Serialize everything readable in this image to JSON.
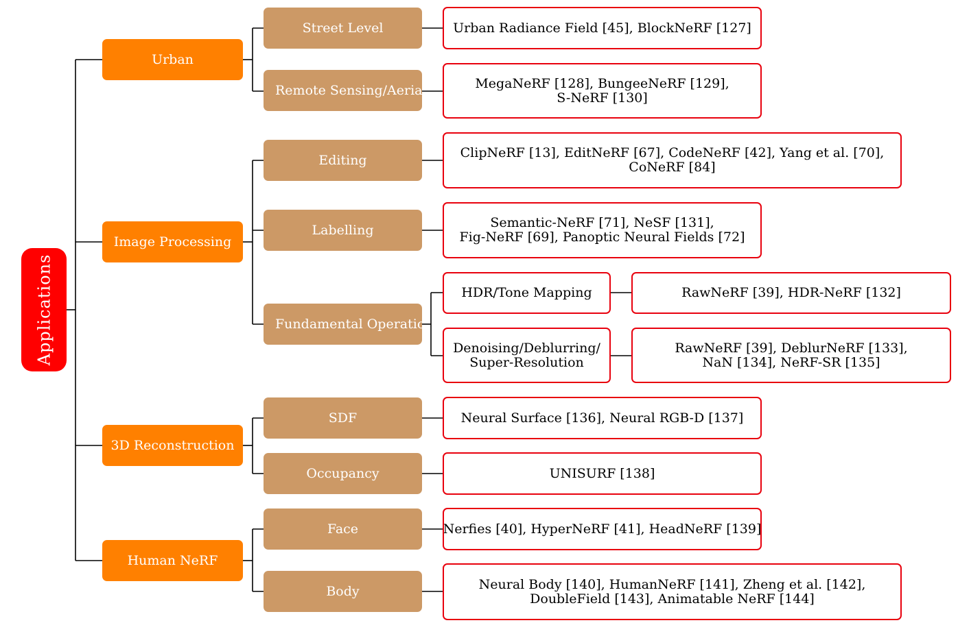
{
  "root": {
    "label": "Applications"
  },
  "categories": {
    "urban": {
      "label": "Urban",
      "street": {
        "label": "Street Level",
        "refs": [
          "Urban Radiance Field [45], BlockNeRF [127]"
        ]
      },
      "remote": {
        "label": "Remote Sensing/Aerial",
        "refs": [
          "MegaNeRF [128], BungeeNeRF [129],",
          "S-NeRF [130]"
        ]
      }
    },
    "image": {
      "label": "Image Processing",
      "editing": {
        "label": "Editing",
        "refs": [
          "ClipNeRF [13], EditNeRF [67], CodeNeRF [42], Yang et al. [70],",
          "CoNeRF [84]"
        ]
      },
      "labelling": {
        "label": "Labelling",
        "refs": [
          "Semantic-NeRF [71], NeSF [131],",
          "Fig-NeRF [69], Panoptic Neural Fields [72]"
        ]
      },
      "fundamental": {
        "label": "Fundamental Operation",
        "hdr": {
          "label": "HDR/Tone Mapping",
          "refs": [
            "RawNeRF [39], HDR-NeRF [132]"
          ]
        },
        "denoise": {
          "label_lines": [
            "Denoising/Deblurring/",
            "Super-Resolution"
          ],
          "refs": [
            "RawNeRF [39], DeblurNeRF [133],",
            "NaN [134], NeRF-SR [135]"
          ]
        }
      }
    },
    "recon": {
      "label": "3D Reconstruction",
      "sdf": {
        "label": "SDF",
        "refs": [
          "Neural Surface [136], Neural RGB-D [137]"
        ]
      },
      "occupancy": {
        "label": "Occupancy",
        "refs": [
          "UNISURF [138]"
        ]
      }
    },
    "human": {
      "label": "Human NeRF",
      "face": {
        "label": "Face",
        "refs": [
          "Nerfies [40], HyperNeRF [41], HeadNeRF [139]"
        ]
      },
      "body": {
        "label": "Body",
        "refs": [
          "Neural Body [140], HumanNeRF [141], Zheng et al. [142],",
          "DoubleField [143], Animatable NeRF [144]"
        ]
      }
    }
  }
}
